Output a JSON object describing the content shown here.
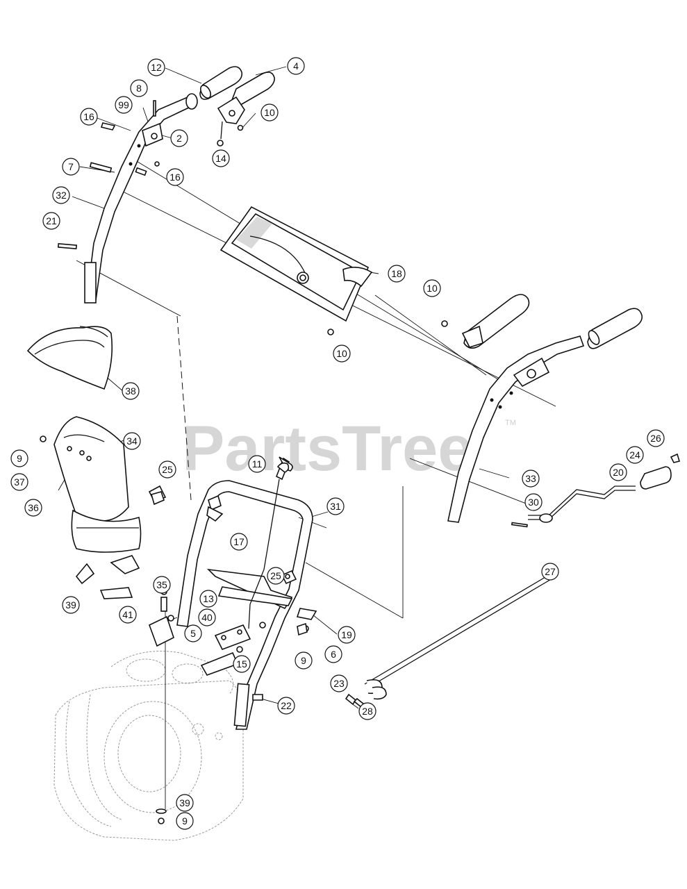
{
  "watermark": {
    "text": "PartsTree",
    "mark": "TM"
  },
  "callouts": [
    {
      "id": "c12",
      "label": "12"
    },
    {
      "id": "c4",
      "label": "4"
    },
    {
      "id": "c8",
      "label": "8"
    },
    {
      "id": "c99",
      "label": "99"
    },
    {
      "id": "c16a",
      "label": "16"
    },
    {
      "id": "c2",
      "label": "2"
    },
    {
      "id": "c10a",
      "label": "10"
    },
    {
      "id": "c14",
      "label": "14"
    },
    {
      "id": "c16b",
      "label": "16"
    },
    {
      "id": "c7",
      "label": "7"
    },
    {
      "id": "c32",
      "label": "32"
    },
    {
      "id": "c21",
      "label": "21"
    },
    {
      "id": "c18",
      "label": "18"
    },
    {
      "id": "c10b",
      "label": "10"
    },
    {
      "id": "c10c",
      "label": "10"
    },
    {
      "id": "c38",
      "label": "38"
    },
    {
      "id": "c34",
      "label": "34"
    },
    {
      "id": "c9a",
      "label": "9"
    },
    {
      "id": "c37",
      "label": "37"
    },
    {
      "id": "c36",
      "label": "36"
    },
    {
      "id": "c25a",
      "label": "25"
    },
    {
      "id": "c11",
      "label": "11"
    },
    {
      "id": "c31",
      "label": "31"
    },
    {
      "id": "c17",
      "label": "17"
    },
    {
      "id": "c25b",
      "label": "25"
    },
    {
      "id": "c33",
      "label": "33"
    },
    {
      "id": "c26",
      "label": "26"
    },
    {
      "id": "c24",
      "label": "24"
    },
    {
      "id": "c20",
      "label": "20"
    },
    {
      "id": "c30",
      "label": "30"
    },
    {
      "id": "c27",
      "label": "27"
    },
    {
      "id": "c39a",
      "label": "39"
    },
    {
      "id": "c35",
      "label": "35"
    },
    {
      "id": "c41",
      "label": "41"
    },
    {
      "id": "c40",
      "label": "40"
    },
    {
      "id": "c13",
      "label": "13"
    },
    {
      "id": "c5",
      "label": "5"
    },
    {
      "id": "c15",
      "label": "15"
    },
    {
      "id": "c9b",
      "label": "9"
    },
    {
      "id": "c6",
      "label": "6"
    },
    {
      "id": "c19",
      "label": "19"
    },
    {
      "id": "c22",
      "label": "22"
    },
    {
      "id": "c23",
      "label": "23"
    },
    {
      "id": "c28",
      "label": "28"
    },
    {
      "id": "c39b",
      "label": "39"
    },
    {
      "id": "c9c",
      "label": "9"
    }
  ]
}
